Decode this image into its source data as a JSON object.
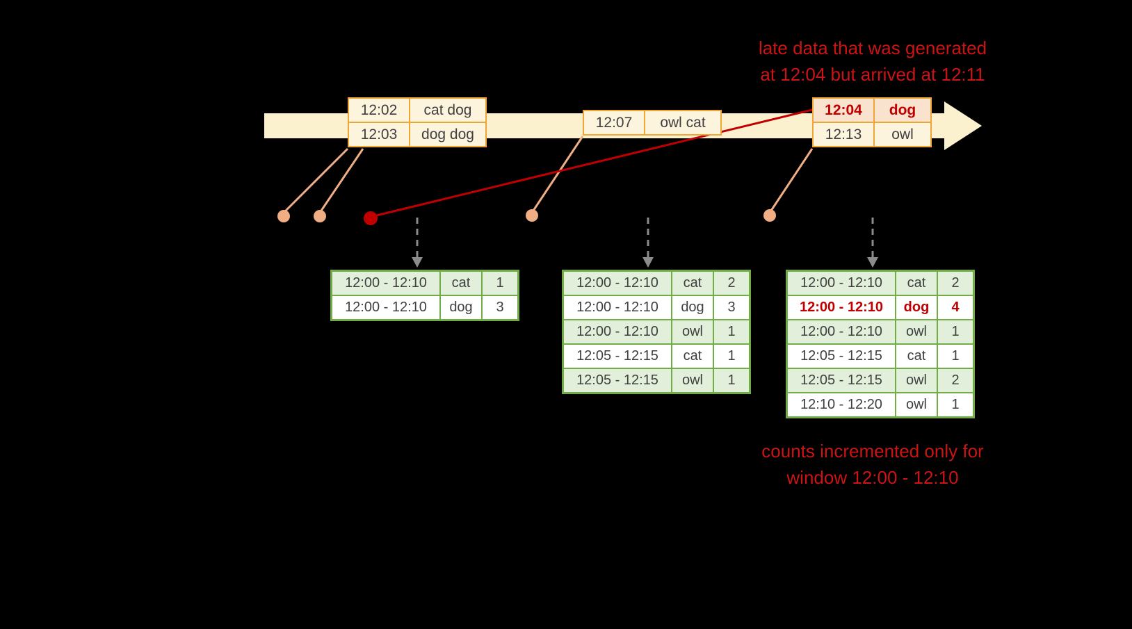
{
  "annotations": {
    "late_note": {
      "line1": "late data that was generated",
      "line2": "at 12:04 but arrived at 12:11"
    },
    "counts_note": {
      "line1": "counts incremented only for",
      "line2": "window 12:00 - 12:10"
    }
  },
  "events": {
    "group1": {
      "rows": [
        {
          "time": "12:02",
          "words": "cat dog"
        },
        {
          "time": "12:03",
          "words": "dog dog"
        }
      ]
    },
    "group2": {
      "rows": [
        {
          "time": "12:07",
          "words": "owl cat"
        }
      ]
    },
    "group3": {
      "rows": [
        {
          "time": "12:04",
          "words": "dog"
        },
        {
          "time": "12:13",
          "words": "owl"
        }
      ]
    }
  },
  "results": {
    "t1": [
      {
        "window": "12:00 - 12:10",
        "word": "cat",
        "count": "1"
      },
      {
        "window": "12:00 - 12:10",
        "word": "dog",
        "count": "3"
      }
    ],
    "t2": [
      {
        "window": "12:00 - 12:10",
        "word": "cat",
        "count": "2"
      },
      {
        "window": "12:00 - 12:10",
        "word": "dog",
        "count": "3"
      },
      {
        "window": "12:00 - 12:10",
        "word": "owl",
        "count": "1"
      },
      {
        "window": "12:05 - 12:15",
        "word": "cat",
        "count": "1"
      },
      {
        "window": "12:05 - 12:15",
        "word": "owl",
        "count": "1"
      }
    ],
    "t3": [
      {
        "window": "12:00 - 12:10",
        "word": "cat",
        "count": "2"
      },
      {
        "window": "12:00 - 12:10",
        "word": "dog",
        "count": "4"
      },
      {
        "window": "12:00 - 12:10",
        "word": "owl",
        "count": "1"
      },
      {
        "window": "12:05 - 12:15",
        "word": "cat",
        "count": "1"
      },
      {
        "window": "12:05 - 12:15",
        "word": "owl",
        "count": "2"
      },
      {
        "window": "12:10 - 12:20",
        "word": "owl",
        "count": "1"
      }
    ]
  },
  "colors": {
    "background": "#000000",
    "timeline_fill": "#FBF1CF",
    "event_border": "#F0A632",
    "event_fill": "#FDF4DE",
    "late_event_fill": "#F9E2CE",
    "red_accent": "#C00000",
    "red_note_text": "#CC1414",
    "connector_peach": "#F1AE84",
    "result_border": "#70AD47",
    "result_fill_green": "#E2EFDA",
    "result_fill_white": "#FFFFFF",
    "table_text": "#3F3F3F",
    "trigger_arrow_gray": "#8C8C8C"
  }
}
